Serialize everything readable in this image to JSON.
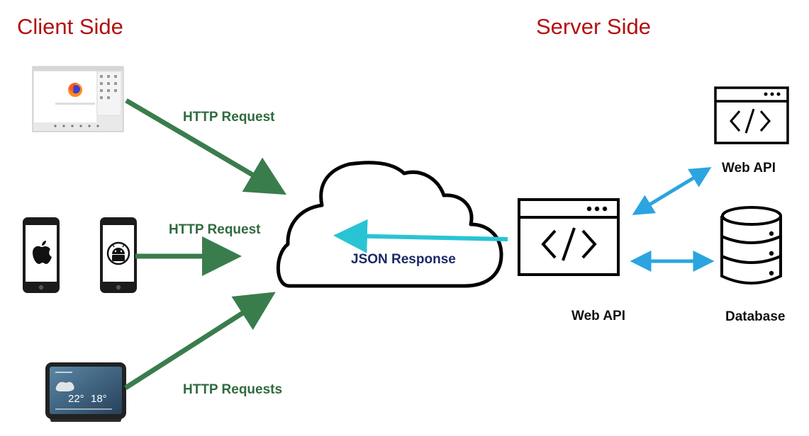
{
  "headings": {
    "client": "Client Side",
    "server": "Server Side"
  },
  "edges": {
    "browser_request": "HTTP Request",
    "mobile_request": "HTTP Request",
    "device_request": "HTTP Requests",
    "response": "JSON Response"
  },
  "nodes": {
    "web_api_main": "Web API",
    "web_api_external": "Web API",
    "database": "Database"
  },
  "devices": {
    "smart_display": {
      "temp_primary": "22°",
      "temp_secondary": "18°"
    }
  },
  "colors": {
    "heading": "#b40f0f",
    "request_arrow": "#3a7d4c",
    "response_arrow": "#29c4d4",
    "server_arrow": "#2ba4e0",
    "response_label": "#1a2a66"
  },
  "icons": {
    "browser": "browser-window-icon",
    "iphone": "apple-phone-icon",
    "android": "android-phone-icon",
    "smart_display": "smart-display-icon",
    "cloud": "cloud-icon",
    "web_api": "code-window-icon",
    "database": "database-icon"
  }
}
